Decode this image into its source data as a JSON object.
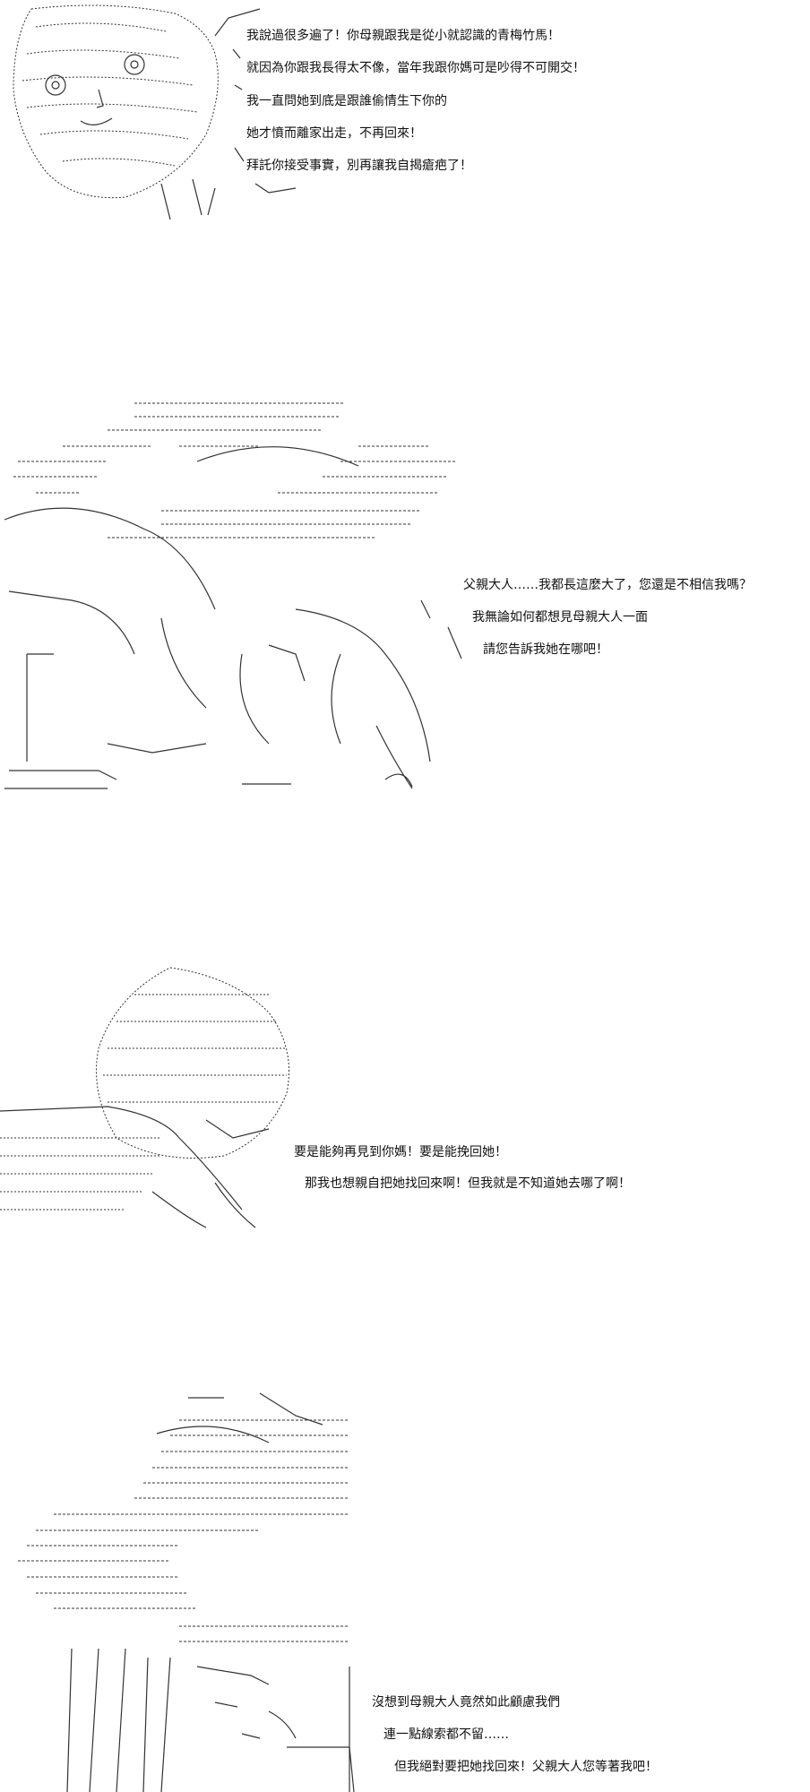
{
  "colors": {
    "background": "#ffffff",
    "ink": "#111111",
    "line_art": "#333333"
  },
  "panels": [
    {
      "lines": [
        "我說過很多遍了！你母親跟我是從小就認識的青梅竹馬！",
        "就因為你跟我長得太不像，當年我跟你媽可是吵得不可開交！",
        "我一直問她到底是跟誰偷情生下你的",
        "她才憤而離家出走，不再回來！",
        "拜託你接受事實，別再讓我自揭瘡疤了！"
      ]
    },
    {
      "lines": [
        "父親大人……我都長這麼大了，您還是不相信我嗎？",
        "我無論如何都想見母親大人一面",
        "請您告訴我她在哪吧！"
      ]
    },
    {
      "lines": [
        "要是能夠再見到你媽！要是能挽回她！",
        "那我也想親自把她找回來啊！但我就是不知道她去哪了啊！"
      ]
    },
    {
      "lines": [
        "沒想到母親大人竟然如此顧慮我們",
        "連一點線索都不留……",
        "但我絕對要把她找回來！父親大人您等著我吧！"
      ]
    }
  ]
}
